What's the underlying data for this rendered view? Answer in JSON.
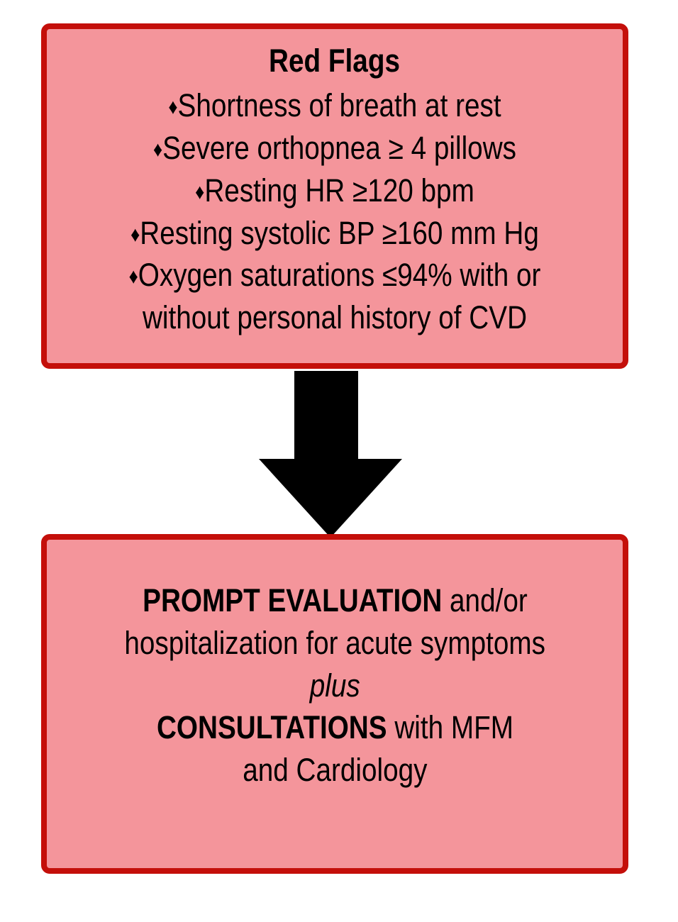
{
  "diagram": {
    "type": "flowchart",
    "orientation": "vertical",
    "colors": {
      "box_fill": "#F4959B",
      "box_border": "#C40F0A",
      "arrow": "#000000",
      "text": "#000000",
      "background": "#FFFFFF"
    }
  },
  "red_flags_box": {
    "title": "Red Flags",
    "bullet_glyph": "♦",
    "items": [
      {
        "text": "Shortness of breath at rest",
        "continuation": ""
      },
      {
        "text": "Severe orthopnea ≥ 4 pillows",
        "continuation": ""
      },
      {
        "text": "Resting HR ≥120 bpm",
        "continuation": ""
      },
      {
        "text": "Resting systolic BP ≥160 mm Hg",
        "continuation": ""
      },
      {
        "text": "Oxygen saturations ≤94% with or",
        "continuation": "without personal history of CVD"
      }
    ]
  },
  "connector": {
    "icon": "down-arrow-icon",
    "direction": "down"
  },
  "action_box": {
    "lines": [
      {
        "bold": "PROMPT EVALUATION",
        "normal": " and/or"
      },
      {
        "bold": "",
        "normal": "hospitalization for acute symptoms"
      },
      {
        "italic": "plus"
      },
      {
        "bold": "CONSULTATIONS",
        "normal": " with MFM"
      },
      {
        "bold": "",
        "normal": "and Cardiology"
      }
    ]
  }
}
